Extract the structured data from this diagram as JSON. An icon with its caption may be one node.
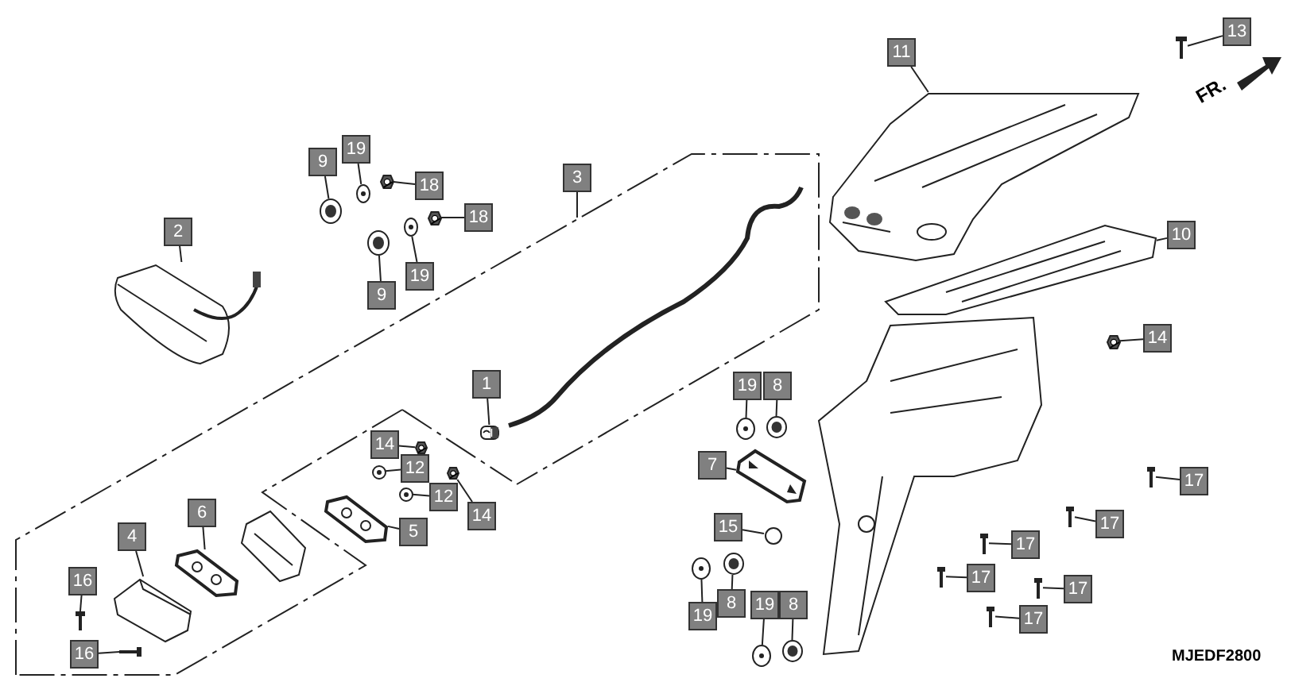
{
  "diagram": {
    "nodes": [
      {
        "text": [
          "9"
        ]
      },
      {
        "text": [],
        "shape": "picture"
      },
      {
        "text": [
          "19"
        ]
      },
      {
        "text": [],
        "shape": "picture"
      },
      {
        "text": [
          "18"
        ]
      },
      {
        "text": [],
        "shape": "picture"
      },
      {
        "text": [
          "18"
        ]
      },
      {
        "text": [],
        "shape": "picture"
      },
      {
        "text": [
          "9"
        ]
      },
      {
        "text": [],
        "shape": "picture"
      },
      {
        "text": [
          "19"
        ]
      },
      {
        "text": [],
        "shape": "picture"
      },
      {
        "text": [
          "2"
        ]
      },
      {
        "text": [],
        "shape": "picture"
      },
      {
        "text": [
          "3"
        ]
      },
      {
        "text": [
          "1"
        ]
      },
      {
        "text": [],
        "shape": "picture"
      },
      {
        "text": [
          "11"
        ]
      },
      {
        "text": [],
        "shape": "picture"
      },
      {
        "text": [
          "13"
        ]
      },
      {
        "text": [],
        "shape": "picture"
      },
      {
        "text": [
          "10"
        ]
      },
      {
        "text": [],
        "shape": "picture"
      },
      {
        "text": [
          "14"
        ]
      },
      {
        "text": [],
        "shape": "picture"
      },
      {
        "text": [
          "14"
        ]
      },
      {
        "text": [],
        "shape": "picture"
      },
      {
        "text": [
          "12"
        ]
      },
      {
        "text": [],
        "shape": "picture"
      },
      {
        "text": [
          "12"
        ]
      },
      {
        "text": [],
        "shape": "picture"
      },
      {
        "text": [
          "14"
        ]
      },
      {
        "text": [],
        "shape": "picture"
      },
      {
        "text": [
          "5"
        ]
      },
      {
        "text": [],
        "shape": "picture"
      },
      {
        "text": [
          "6"
        ]
      },
      {
        "text": [],
        "shape": "picture"
      },
      {
        "text": [
          "4"
        ]
      },
      {
        "text": [],
        "shape": "picture"
      },
      {
        "text": [
          "16"
        ]
      },
      {
        "text": [],
        "shape": "picture"
      },
      {
        "text": [
          "16"
        ]
      },
      {
        "text": [],
        "shape": "picture"
      },
      {
        "text": [
          "19"
        ]
      },
      {
        "text": [],
        "shape": "picture"
      },
      {
        "text": [
          "8"
        ]
      },
      {
        "text": [],
        "shape": "picture"
      },
      {
        "text": [
          "7"
        ]
      },
      {
        "text": [],
        "shape": "picture"
      },
      {
        "text": [
          "15"
        ]
      },
      {
        "text": [],
        "shape": "circle"
      },
      {
        "text": [
          "19"
        ]
      },
      {
        "text": [],
        "shape": "picture"
      },
      {
        "text": [
          "8"
        ]
      },
      {
        "text": [],
        "shape": "picture"
      },
      {
        "text": [
          "19"
        ]
      },
      {
        "text": [],
        "shape": "picture"
      },
      {
        "text": [
          "8"
        ]
      },
      {
        "text": [],
        "shape": "picture"
      },
      {
        "text": [
          "17"
        ]
      },
      {
        "text": [],
        "shape": "picture"
      },
      {
        "text": [
          "17"
        ]
      },
      {
        "text": [],
        "shape": "picture"
      },
      {
        "text": [
          "17"
        ]
      },
      {
        "text": [],
        "shape": "picture"
      },
      {
        "text": [
          "17"
        ]
      },
      {
        "text": [],
        "shape": "picture"
      },
      {
        "text": [
          "17"
        ]
      },
      {
        "text": [],
        "shape": "picture"
      },
      {
        "text": [
          "17"
        ]
      },
      {
        "text": [],
        "shape": "picture"
      }
    ],
    "edges": [
      {
        "from": 0,
        "to": 1,
        "arrow": "none"
      },
      {
        "from": 2,
        "to": 3,
        "arrow": "none"
      },
      {
        "from": 4,
        "to": 5,
        "arrow": "none"
      },
      {
        "from": 6,
        "to": 7,
        "arrow": "none"
      },
      {
        "from": 8,
        "to": 9,
        "arrow": "none"
      },
      {
        "from": 10,
        "to": 11,
        "arrow": "none"
      },
      {
        "from": 12,
        "to": 13,
        "arrow": "none"
      },
      {
        "from": 14,
        "to": null,
        "arrow": "none"
      },
      {
        "from": 15,
        "to": 16,
        "arrow": "none"
      },
      {
        "from": 17,
        "to": 18,
        "arrow": "none"
      },
      {
        "from": 19,
        "to": 20,
        "arrow": "none"
      },
      {
        "from": 21,
        "to": 22,
        "arrow": "none"
      },
      {
        "from": 23,
        "to": 24,
        "arrow": "none"
      },
      {
        "from": 25,
        "to": 26,
        "arrow": "none"
      },
      {
        "from": 27,
        "to": 28,
        "arrow": "none"
      },
      {
        "from": 29,
        "to": 30,
        "arrow": "none"
      },
      {
        "from": 31,
        "to": 32,
        "arrow": "none"
      },
      {
        "from": 33,
        "to": 34,
        "arrow": "none"
      },
      {
        "from": 35,
        "to": 36,
        "arrow": "none"
      },
      {
        "from": 37,
        "to": 38,
        "arrow": "none"
      },
      {
        "from": 39,
        "to": 40,
        "arrow": "none"
      },
      {
        "from": 41,
        "to": 42,
        "arrow": "none"
      },
      {
        "from": 43,
        "to": 44,
        "arrow": "none"
      },
      {
        "from": 45,
        "to": 46,
        "arrow": "none"
      },
      {
        "from": 47,
        "to": 48,
        "arrow": "none"
      },
      {
        "from": 49,
        "to": 50,
        "arrow": "none"
      },
      {
        "from": 51,
        "to": 52,
        "arrow": "none"
      },
      {
        "from": 53,
        "to": 54,
        "arrow": "none"
      },
      {
        "from": 55,
        "to": 56,
        "arrow": "none"
      },
      {
        "from": 57,
        "to": 58,
        "arrow": "none"
      },
      {
        "from": 59,
        "to": 60,
        "arrow": "none"
      },
      {
        "from": 61,
        "to": 62,
        "arrow": "none"
      },
      {
        "from": 63,
        "to": 64,
        "arrow": "none"
      },
      {
        "from": 65,
        "to": 66,
        "arrow": "none"
      },
      {
        "from": 67,
        "to": 68,
        "arrow": "none"
      },
      {
        "from": 69,
        "to": 70,
        "arrow": "none"
      }
    ],
    "labels": [
      "FR.",
      "MJEDF2800"
    ]
  }
}
